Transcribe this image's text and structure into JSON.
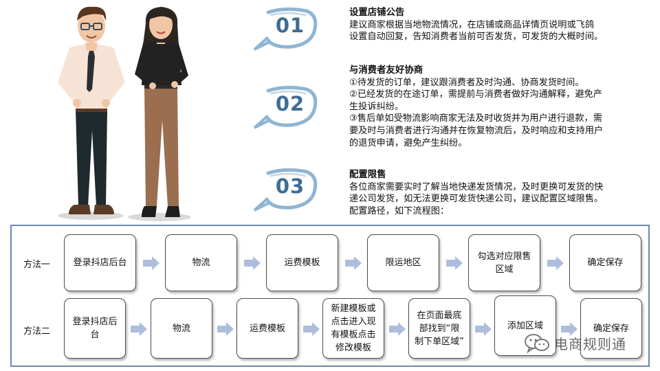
{
  "sections": [
    {
      "number": "01",
      "title": "设置店铺公告",
      "lines": [
        "建议商家根据当地物流情况，在店铺或商品详情页说明或飞鸽",
        "设置自动回复，告知消费者当前可否发货，可发货的大概时间。"
      ]
    },
    {
      "number": "02",
      "title": "与消费者友好协商",
      "lines": [
        "①待发货的订单，建议跟消费者及时沟通、协商发货时间。",
        "②已经发货的在途订单，需提前与消费者做好沟通解释，避免产",
        "生投诉纠纷。",
        "③售后单如受物流影响商家无法及时收货并为用户进行退款，需",
        "要及时与消费者进行沟通并在恢复物流后，及时响应和支持用户",
        "的退货申请，避免产生纠纷。"
      ]
    },
    {
      "number": "03",
      "title": "配置限售",
      "lines": [
        "各位商家需要实时了解当地快递发货情况，及时更换可发货的快",
        "递公司发货，如无法更换可发货快递公司，建议配置区域限售。",
        "配置路径，如下流程图："
      ]
    }
  ],
  "flows": {
    "method1": {
      "label": "方法一",
      "steps": [
        "登录抖店后台",
        "物流",
        "运费模板",
        "限运地区",
        "勾选对应限售\n区域",
        "确定保存"
      ]
    },
    "method2": {
      "label": "方法二",
      "steps": [
        "登录抖店后\n台",
        "物流",
        "运费模板",
        "新建模板或\n点击进入现\n有模板点击\n修改模板",
        "在页面最底\n部找到“限\n制下单区域”",
        "添加区域",
        "确定保存"
      ]
    }
  },
  "watermark": {
    "icon": "wechat-icon",
    "text": "电商规则通"
  },
  "colors": {
    "accent": "#3f6d94",
    "panel_border": "#6d86b0",
    "arrow": "#aebddc"
  }
}
